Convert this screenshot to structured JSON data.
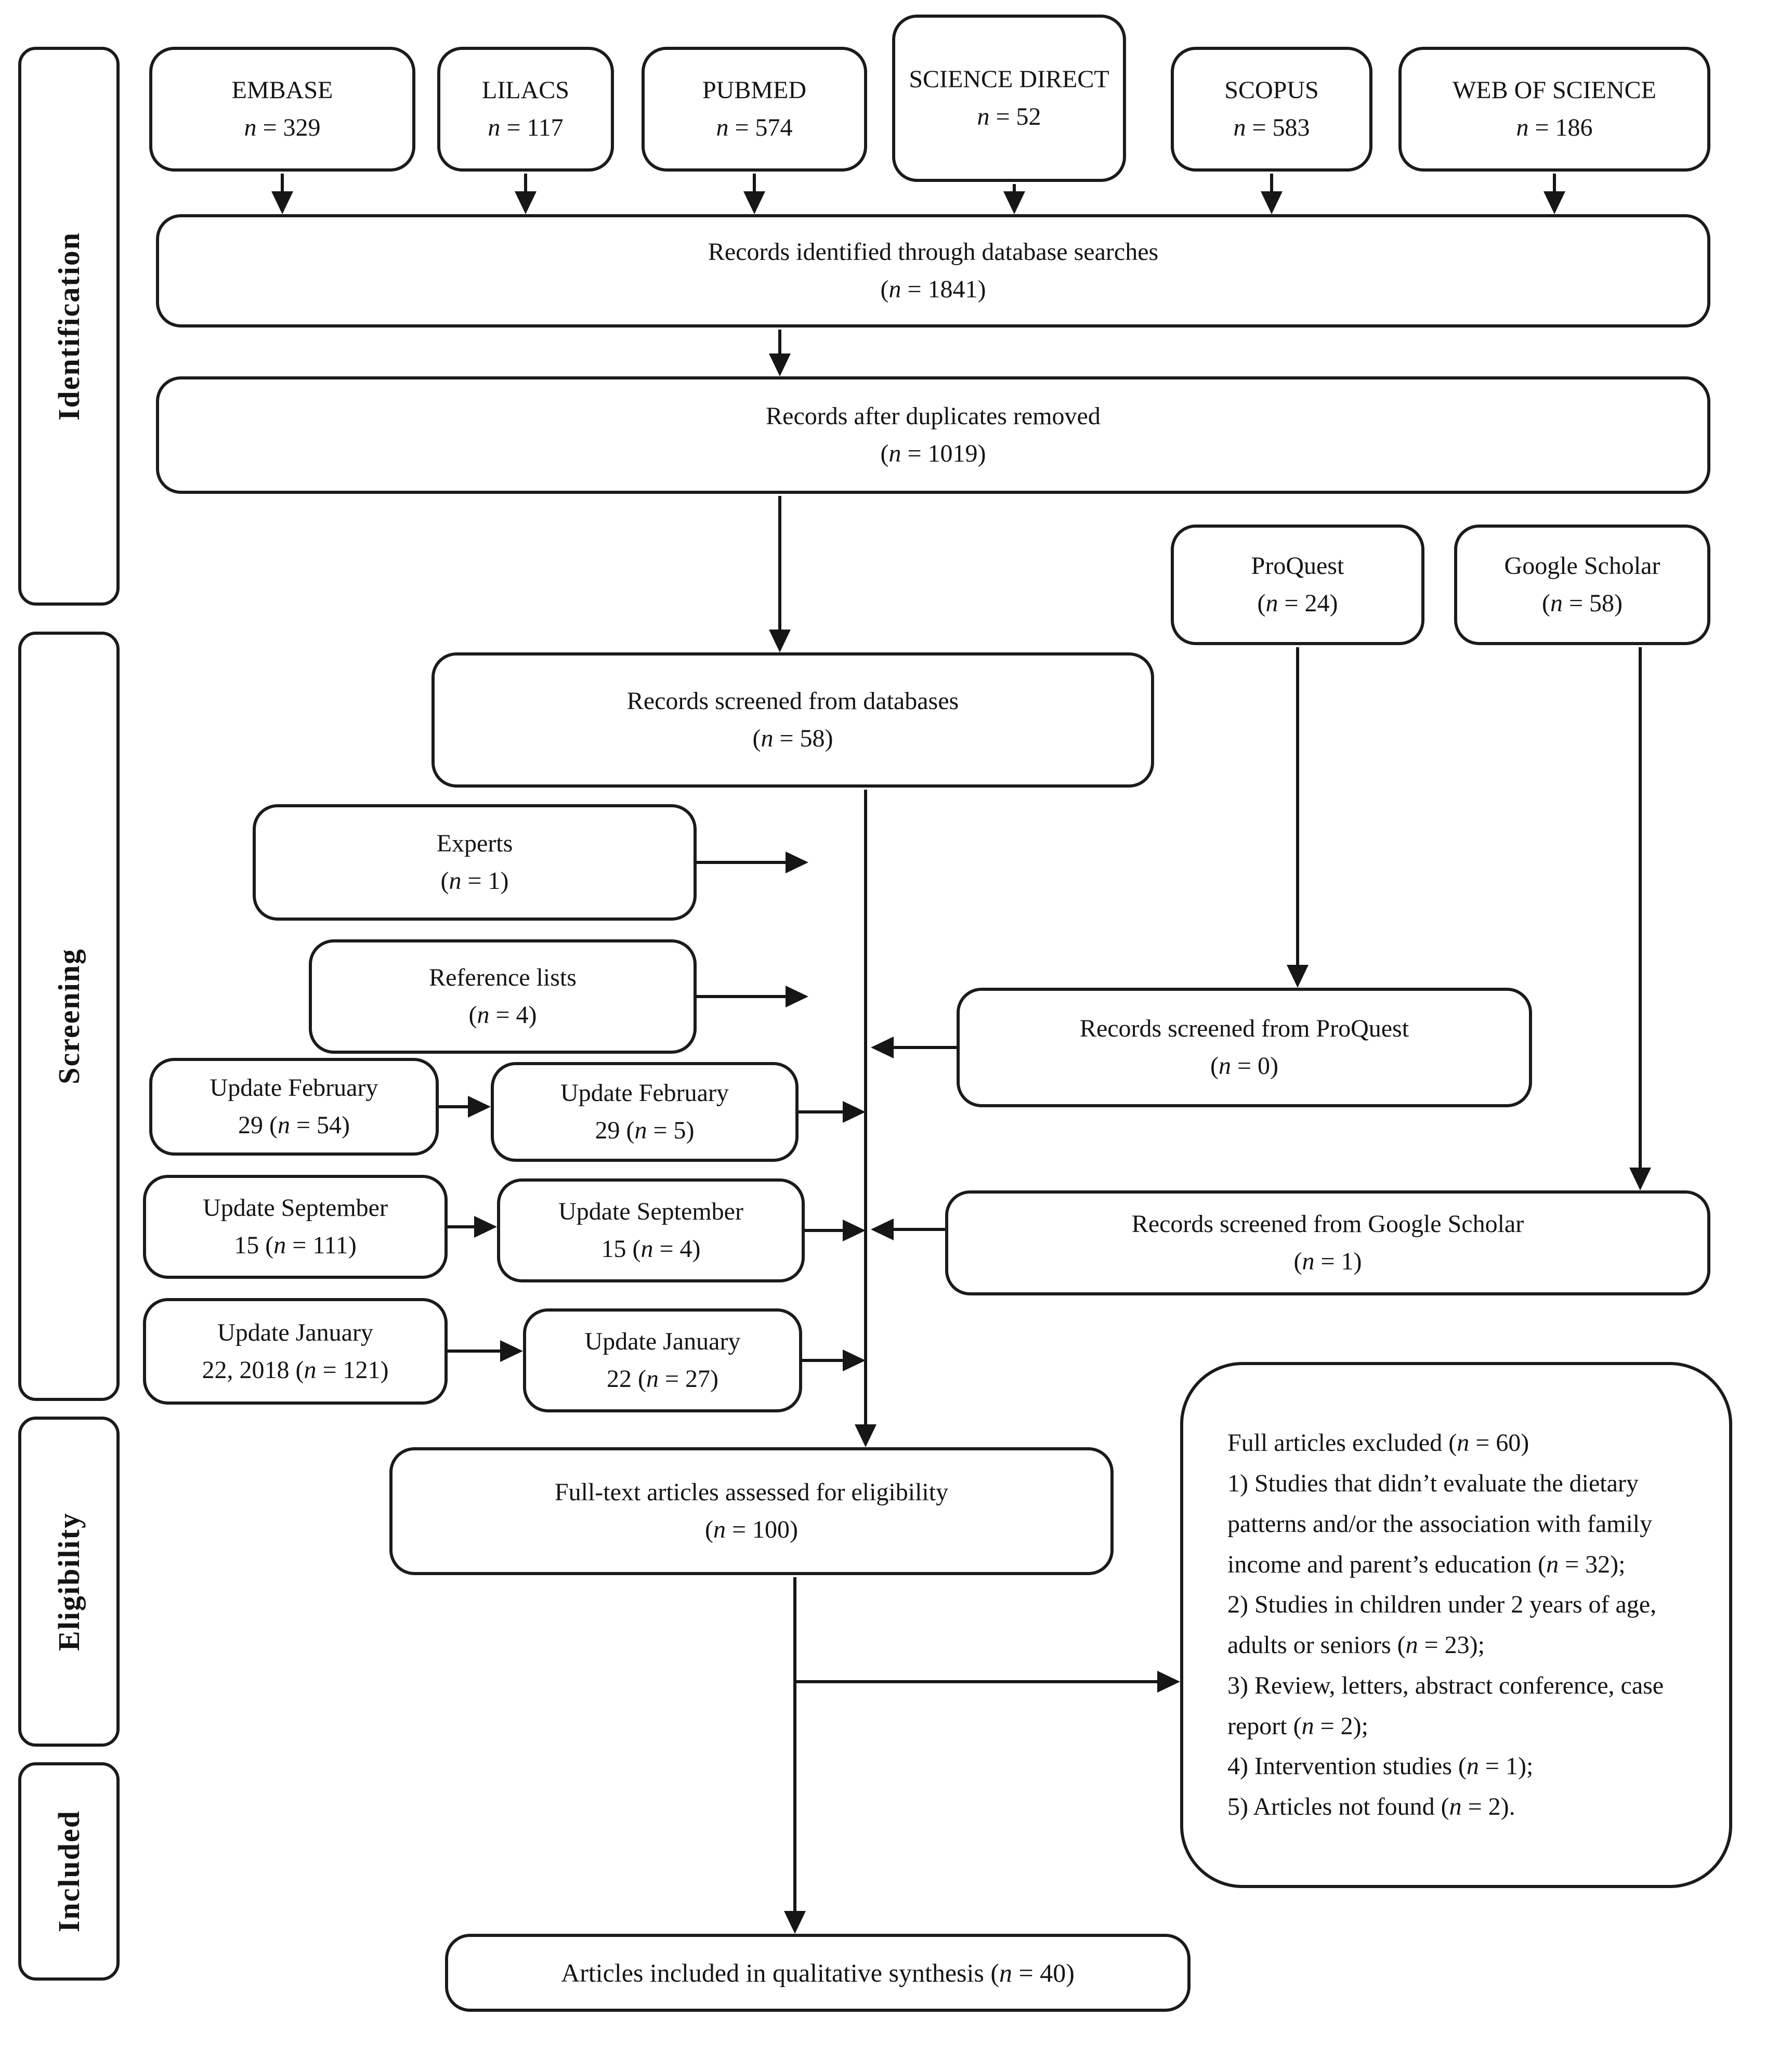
{
  "colors": {
    "line": "#161616",
    "text": "#141414",
    "background": "#ffffff"
  },
  "sidebar": {
    "stages": [
      {
        "label": "Identification"
      },
      {
        "label": "Screening"
      },
      {
        "label": "Eligibility"
      },
      {
        "label": "Included"
      }
    ]
  },
  "databases": [
    {
      "name": "EMBASE",
      "count": "n = 329"
    },
    {
      "name": "LILACS",
      "count": "n = 117"
    },
    {
      "name": "PUBMED",
      "count": "n = 574"
    },
    {
      "name": "SCIENCE DIRECT",
      "count": "n = 52"
    },
    {
      "name": "SCOPUS",
      "count": "n = 583"
    },
    {
      "name": "WEB OF SCIENCE",
      "count": "n = 186"
    }
  ],
  "boxes": {
    "identified": {
      "line1": "Records identified through database searches",
      "line2": "(n = 1841)"
    },
    "deduplicated": {
      "line1": "Records after duplicates removed",
      "line2": "(n = 1019)"
    },
    "proquest": {
      "line1": "ProQuest",
      "line2": "(n = 24)"
    },
    "google_scholar": {
      "line1": "Google Scholar",
      "line2": "(n = 58)"
    },
    "screened_databases": {
      "line1": "Records screened from databases",
      "line2": "(n = 58)"
    },
    "experts": {
      "line1": "Experts",
      "line2": "(n = 1)"
    },
    "reference_lists": {
      "line1": "Reference lists",
      "line2": "(n = 4)"
    },
    "screened_proquest": {
      "line1": "Records screened from ProQuest",
      "line2": "(n = 0)"
    },
    "update_feb_found": {
      "line1": "Update February",
      "line2": "29 (n = 54)"
    },
    "update_feb_kept": {
      "line1": "Update February",
      "line2": "29 (n = 5)"
    },
    "update_sep_found": {
      "line1": "Update September",
      "line2": "15 (n = 111)"
    },
    "update_sep_kept": {
      "line1": "Update September",
      "line2": "15 (n = 4)"
    },
    "screened_google_scholar": {
      "line1": "Records screened from Google Scholar",
      "line2": "(n = 1)"
    },
    "update_jan_found": {
      "line1": "Update January",
      "line2": "22, 2018 (n = 121)"
    },
    "update_jan_kept": {
      "line1": "Update January",
      "line2": "22 (n = 27)"
    },
    "fulltext": {
      "line1": "Full-text articles assessed for eligibility",
      "line2": "(n = 100)"
    },
    "included": {
      "line1": "Articles included in qualitative synthesis (n = 40)"
    }
  },
  "excluded": {
    "title": "Full articles excluded (n = 60)",
    "reasons": [
      "1) Studies that didn’t evaluate the dietary patterns and/or the association with family income and parent’s education (n = 32);",
      "2) Studies in children under 2 years of age, adults or seniors (n = 23);",
      "3) Review, letters, abstract conference, case report (n = 2);",
      "4) Intervention studies (n = 1);",
      "5) Articles not found (n = 2)."
    ]
  }
}
